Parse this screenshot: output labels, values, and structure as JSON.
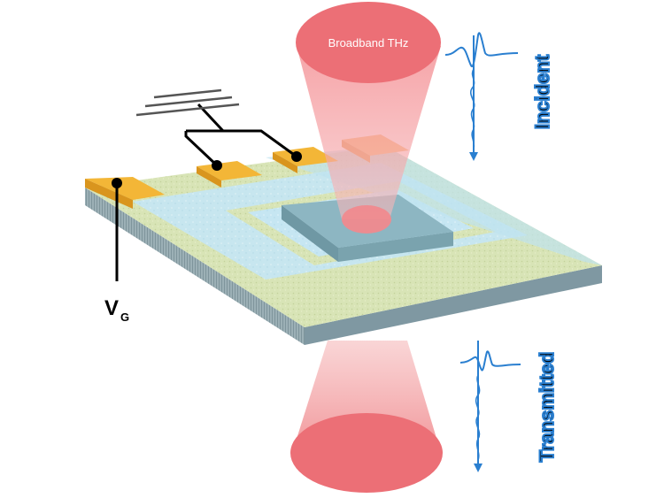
{
  "beam_label": "Broadband THz",
  "incident_label": "Incident",
  "transmitted_label": "Transmitted",
  "gate_label": "V",
  "gate_subscript": "G",
  "colors": {
    "beam": "#f0787e",
    "beam_light": "#f7b3b5",
    "gold": "#f0b23a",
    "substrate_top": "#d6e4b4",
    "substrate_side": "#8ca0a8",
    "channel": "#bfe3f0",
    "sample": "#8fb8c4",
    "waveform": "#2a7fd0"
  }
}
